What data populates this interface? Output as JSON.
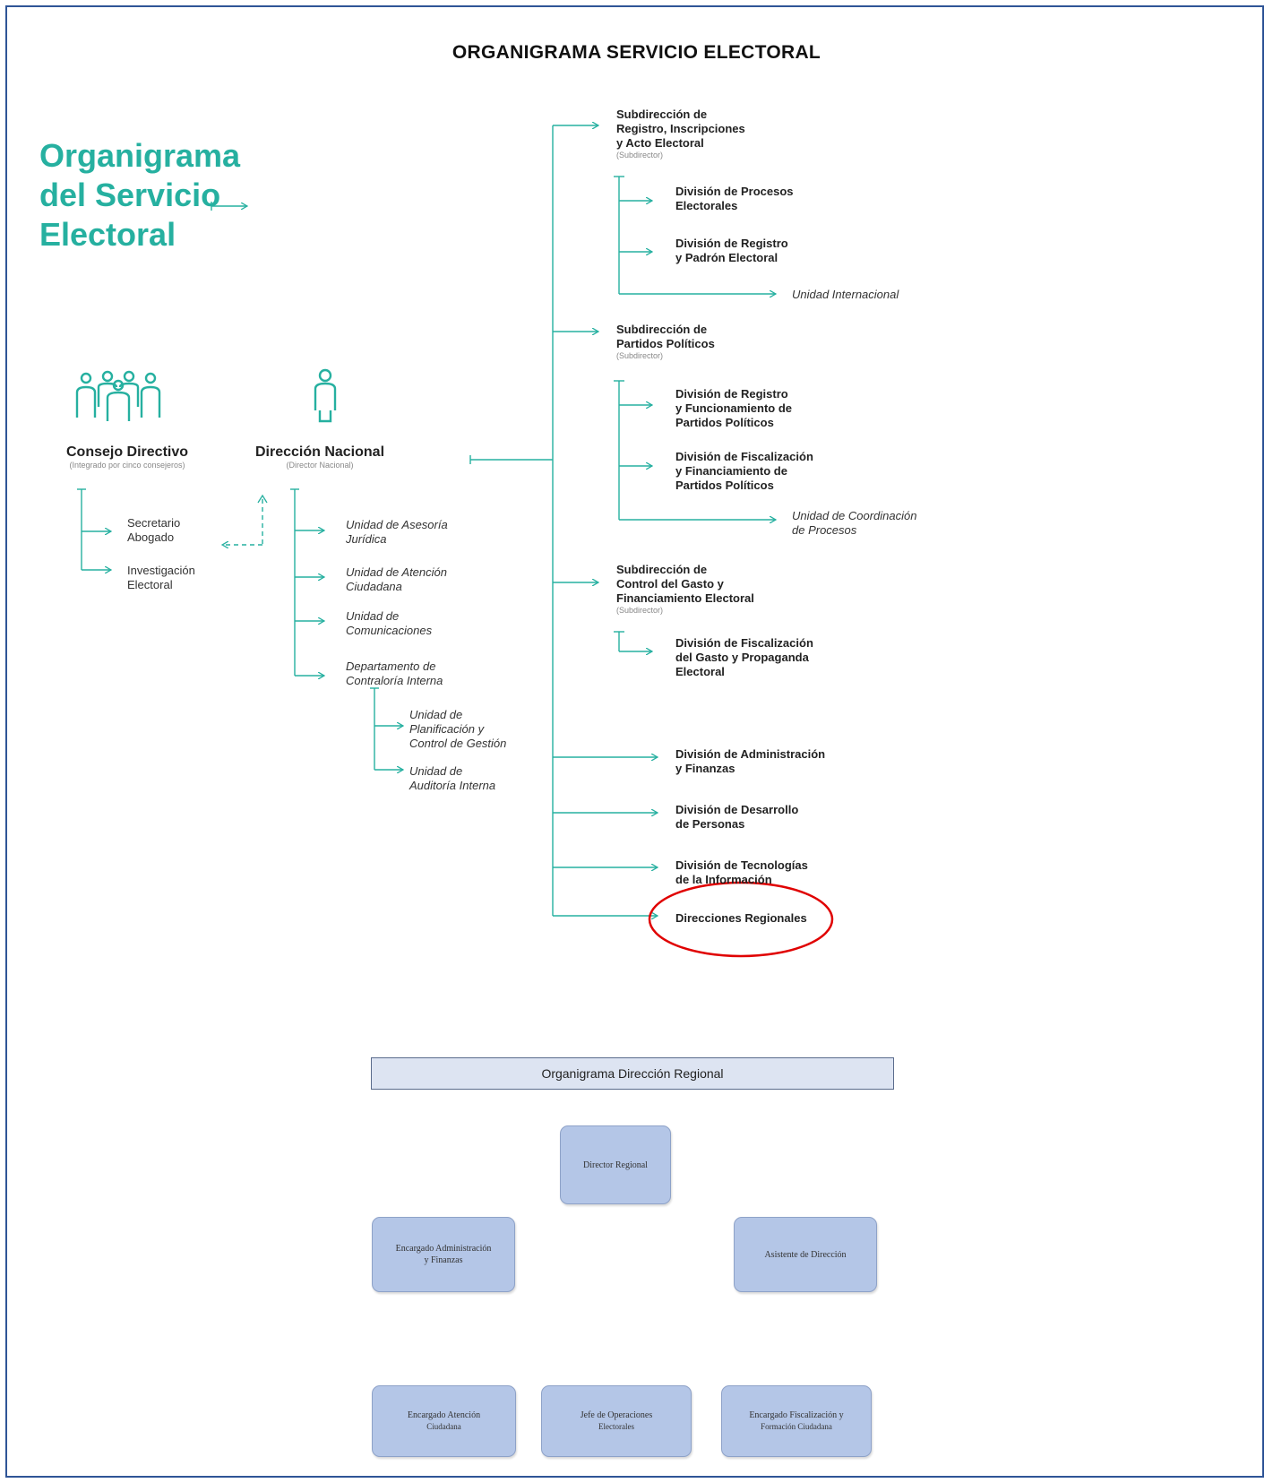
{
  "page_title": "ORGANIGRAMA SERVICIO ELECTORAL",
  "big_title": {
    "line1": "Organigrama",
    "line2": "del Servicio",
    "line3": "Electoral"
  },
  "consejo": {
    "name": "Consejo Directivo",
    "note": "(Integrado por cinco consejeros)"
  },
  "direccion": {
    "name": "Dirección Nacional",
    "note": "(Director Nacional)"
  },
  "consejo_children": [
    {
      "line1": "Secretario",
      "line2": "Abogado"
    },
    {
      "line1": "Investigación",
      "line2": "Electoral"
    }
  ],
  "direccion_children": [
    {
      "line1": "Unidad de Asesoría",
      "line2": "Jurídica"
    },
    {
      "line1": "Unidad de Atención",
      "line2": "Ciudadana"
    },
    {
      "line1": "Unidad de",
      "line2": "Comunicaciones"
    },
    {
      "line1": "Departamento de",
      "line2": "Contraloría Interna"
    }
  ],
  "contraloria_children": [
    {
      "line1": "Unidad de",
      "line2": "Planificación y",
      "line3": "Control de Gestión"
    },
    {
      "line1": "Unidad de",
      "line2": "Auditoría Interna"
    }
  ],
  "subdir1": {
    "line1": "Subdirección de",
    "line2": "Registro, Inscripciones",
    "line3": "y Acto Electoral",
    "note": "(Subdirector)"
  },
  "subdir1_children": [
    {
      "line1": "División de Procesos",
      "line2": "Electorales"
    },
    {
      "line1": "División de Registro",
      "line2": "y Padrón Electoral"
    }
  ],
  "subdir1_unit": "Unidad Internacional",
  "subdir2": {
    "line1": "Subdirección de",
    "line2": "Partidos Políticos",
    "note": "(Subdirector)"
  },
  "subdir2_children": [
    {
      "line1": "División de Registro",
      "line2": "y Funcionamiento de",
      "line3": "Partidos Políticos"
    },
    {
      "line1": "División de Fiscalización",
      "line2": "y Financiamiento de",
      "line3": "Partidos Políticos"
    }
  ],
  "subdir2_unit": {
    "line1": "Unidad de Coordinación",
    "line2": "de Procesos"
  },
  "subdir3": {
    "line1": "Subdirección de",
    "line2": "Control del Gasto y",
    "line3": "Financiamiento Electoral",
    "note": "(Subdirector)"
  },
  "subdir3_children": [
    {
      "line1": "División de Fiscalización",
      "line2": "del Gasto y Propaganda",
      "line3": "Electoral"
    }
  ],
  "divisions": [
    {
      "line1": "División de Administración",
      "line2": "y Finanzas"
    },
    {
      "line1": "División de Desarrollo",
      "line2": "de Personas"
    },
    {
      "line1": "División de Tecnologías",
      "line2": "de la Información"
    },
    {
      "line1": "Direcciones Regionales",
      "line2": ""
    }
  ],
  "regional": {
    "title": "Organigrama Dirección Regional",
    "director": "Director Regional",
    "admin": {
      "line1": "Encargado Administración",
      "line2": "y Finanzas"
    },
    "asistente": "Asistente de Dirección",
    "atencion": {
      "line1": "Encargado Atención",
      "line2": "Ciudadana"
    },
    "operaciones": {
      "line1": "Jefe de Operaciones",
      "line2": "Electorales"
    },
    "fiscalizacion": {
      "line1": "Encargado Fiscalización y",
      "line2": "Formación Ciudadana"
    }
  },
  "colors": {
    "accent": "#26b0a0",
    "highlight": "#e00000",
    "box_fill": "#b4c6e7",
    "frame": "#2f5597"
  }
}
